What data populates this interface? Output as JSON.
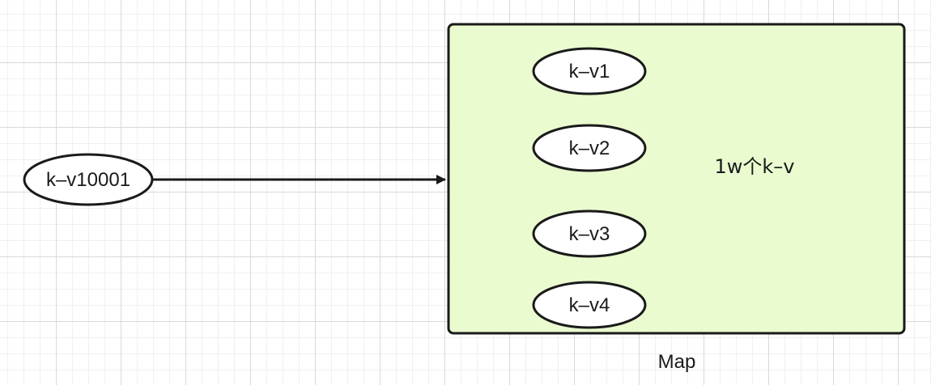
{
  "diagram": {
    "source_node": {
      "label": "k–v10001"
    },
    "map_box": {
      "caption": "Map",
      "fill": "#eafbd0",
      "stroke": "#1a1a1a",
      "items": [
        {
          "label": "k–v1"
        },
        {
          "label": "k–v2"
        },
        {
          "label": "k–v3"
        },
        {
          "label": "k–v4"
        }
      ],
      "note": "1w个k–v"
    }
  }
}
